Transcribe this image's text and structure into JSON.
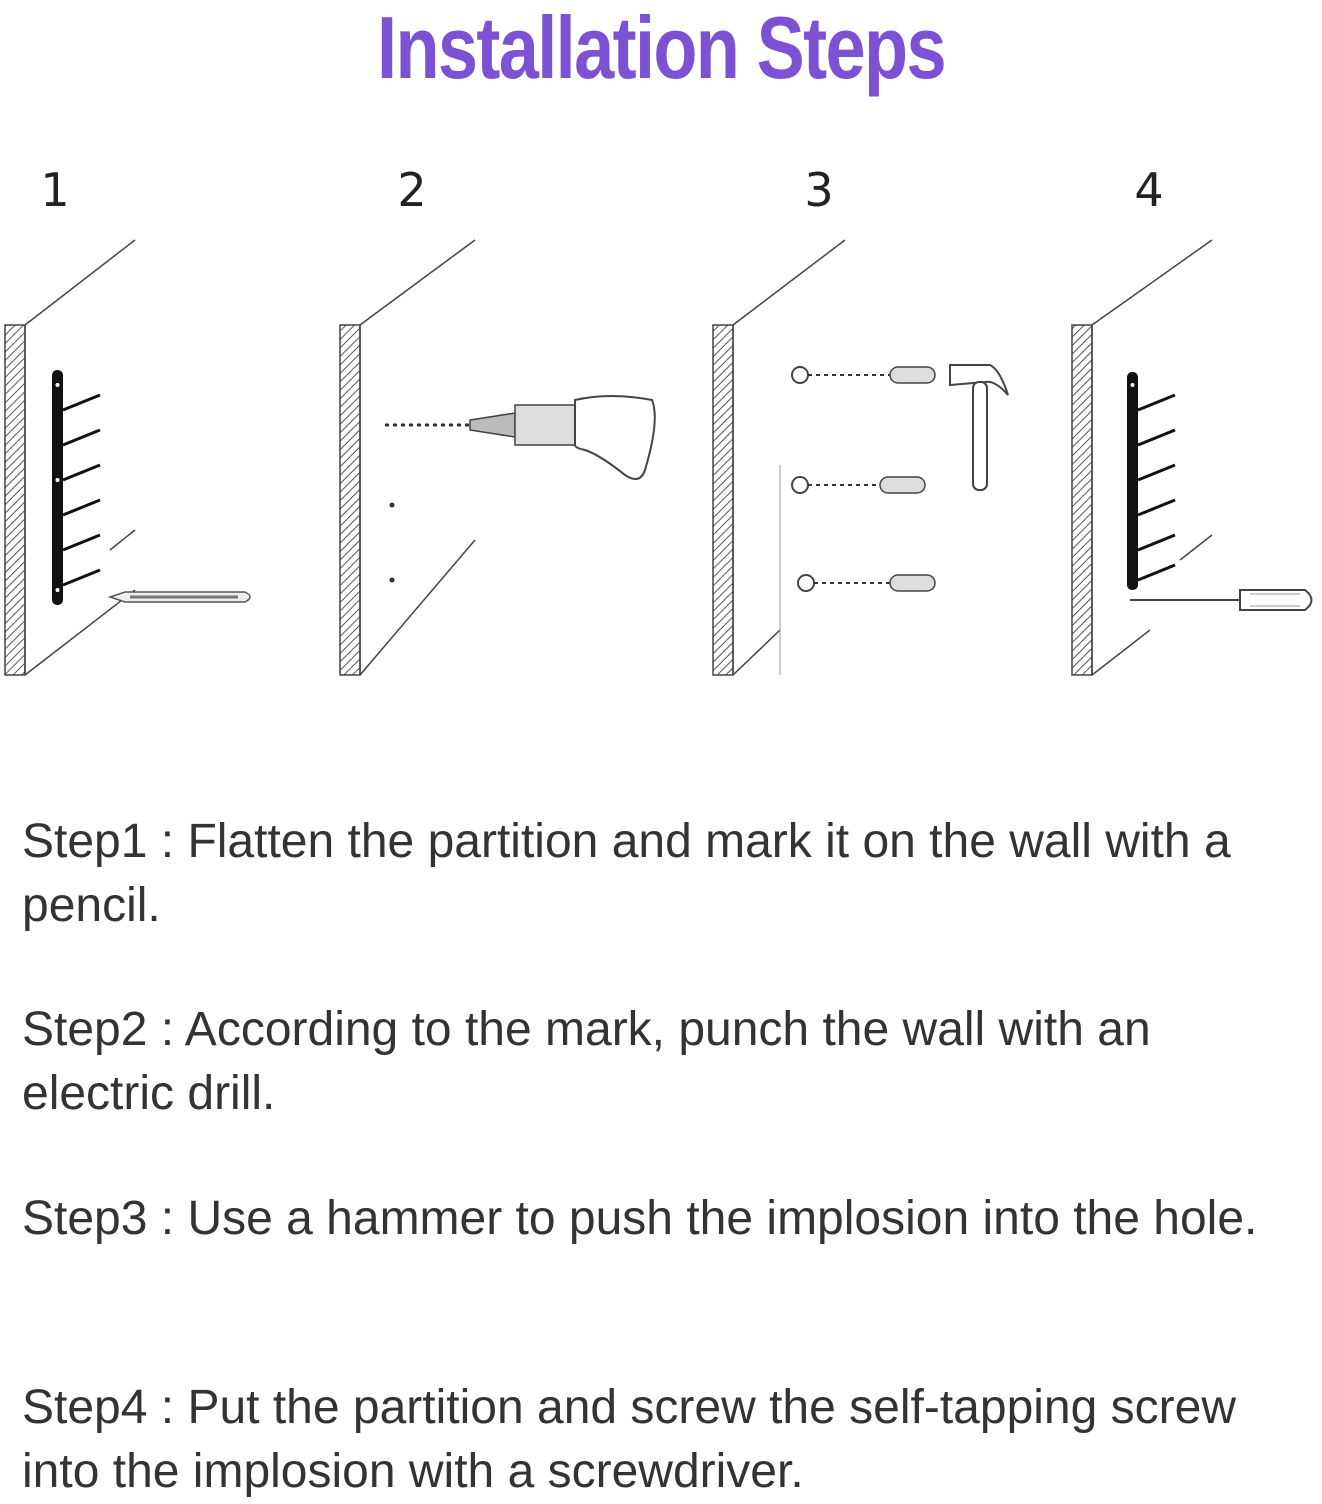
{
  "title": {
    "text": "Installation Steps",
    "color": "#7B52D3"
  },
  "step_numbers": [
    "1",
    "2",
    "3",
    "4"
  ],
  "illustrations": [
    {
      "icon": "wall-shelf-pencil-icon"
    },
    {
      "icon": "wall-electric-drill-icon"
    },
    {
      "icon": "wall-anchor-hammer-icon"
    },
    {
      "icon": "wall-shelf-screwdriver-icon"
    }
  ],
  "steps": [
    "Step1 : Flatten the partition and mark it on the wall with a pencil.",
    "Step2 : According to the mark, punch the wall with an electric drill.",
    "Step3 : Use a hammer to push the implosion into the hole.",
    "Step4 : Put the partition and screw the self-tapping screw into the implosion with a screwdriver."
  ]
}
